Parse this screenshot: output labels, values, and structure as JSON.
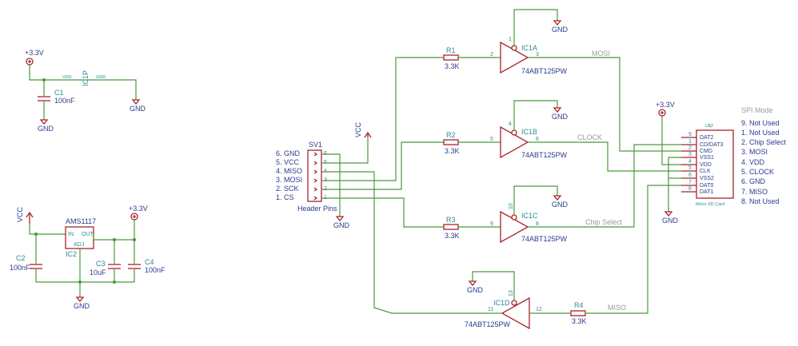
{
  "power": {
    "p33": "+3.3V",
    "vcc": "VCC",
    "gnd": "GND"
  },
  "ic1p": {
    "ref": "IC1P",
    "pin_vdd": "VDD",
    "pin_gnd": "GND"
  },
  "c1": {
    "ref": "C1",
    "value": "100nF"
  },
  "c2": {
    "ref": "C2",
    "value": "100nF"
  },
  "c3": {
    "ref": "C3",
    "value": "10uF"
  },
  "c4": {
    "ref": "C4",
    "value": "100nF"
  },
  "regulator": {
    "part": "AMS1117",
    "ref": "IC2",
    "pin_in": "IN",
    "pin_out": "OUT",
    "pin_adj": "ADJ"
  },
  "header": {
    "ref": "SV1",
    "label": "Header Pins",
    "pins": [
      "6",
      "5",
      "4",
      "3",
      "2",
      "1"
    ],
    "names": [
      "6. GND",
      "5. VCC",
      "4. MISO",
      "3. MOSI",
      "2. SCK",
      "1. CS"
    ]
  },
  "resistors": [
    {
      "ref": "R1",
      "value": "3.3K"
    },
    {
      "ref": "R2",
      "value": "3.3K"
    },
    {
      "ref": "R3",
      "value": "3.3K"
    },
    {
      "ref": "R4",
      "value": "3.3K"
    }
  ],
  "buffers": [
    {
      "ref": "IC1A",
      "part": "74ABT125PW",
      "oe": "1",
      "in": "2",
      "out": "3"
    },
    {
      "ref": "IC1B",
      "part": "74ABT125PW",
      "oe": "4",
      "in": "5",
      "out": "6"
    },
    {
      "ref": "IC1C",
      "part": "74ABT125PW",
      "oe": "10",
      "in": "9",
      "out": "8"
    },
    {
      "ref": "IC1D",
      "part": "74ABT125PW",
      "oe": "13",
      "in": "11",
      "out": "12"
    }
  ],
  "signals": {
    "mosi": "MOSI",
    "clock": "CLOCK",
    "cs": "Chip Select",
    "miso": "MISO"
  },
  "sdcard": {
    "ref": "U$2",
    "label": "Micro SD Card",
    "pins": [
      "9",
      "1",
      "2",
      "3",
      "4",
      "5",
      "6",
      "7",
      "8"
    ],
    "pin_names": [
      "DAT2",
      "CD/DAT3",
      "CMD",
      "VSS1",
      "VDD",
      "CLK",
      "VSS2",
      "DAT0",
      "DAT1"
    ]
  },
  "spi_mode": {
    "title": "SPI Mode",
    "items": [
      "9. Not Used",
      "1. Not Used",
      "2. Chip Select",
      "3. MOSI",
      "4. VDD",
      "5. CLOCK",
      "6. GND",
      "7. MISO",
      "8. Not Used"
    ]
  },
  "colors": {
    "wire": "#4a9a3a",
    "symbol": "#a8242c",
    "name": "#2b3a8e",
    "ref": "#2a8a9a",
    "signal": "#9a9a9a"
  }
}
